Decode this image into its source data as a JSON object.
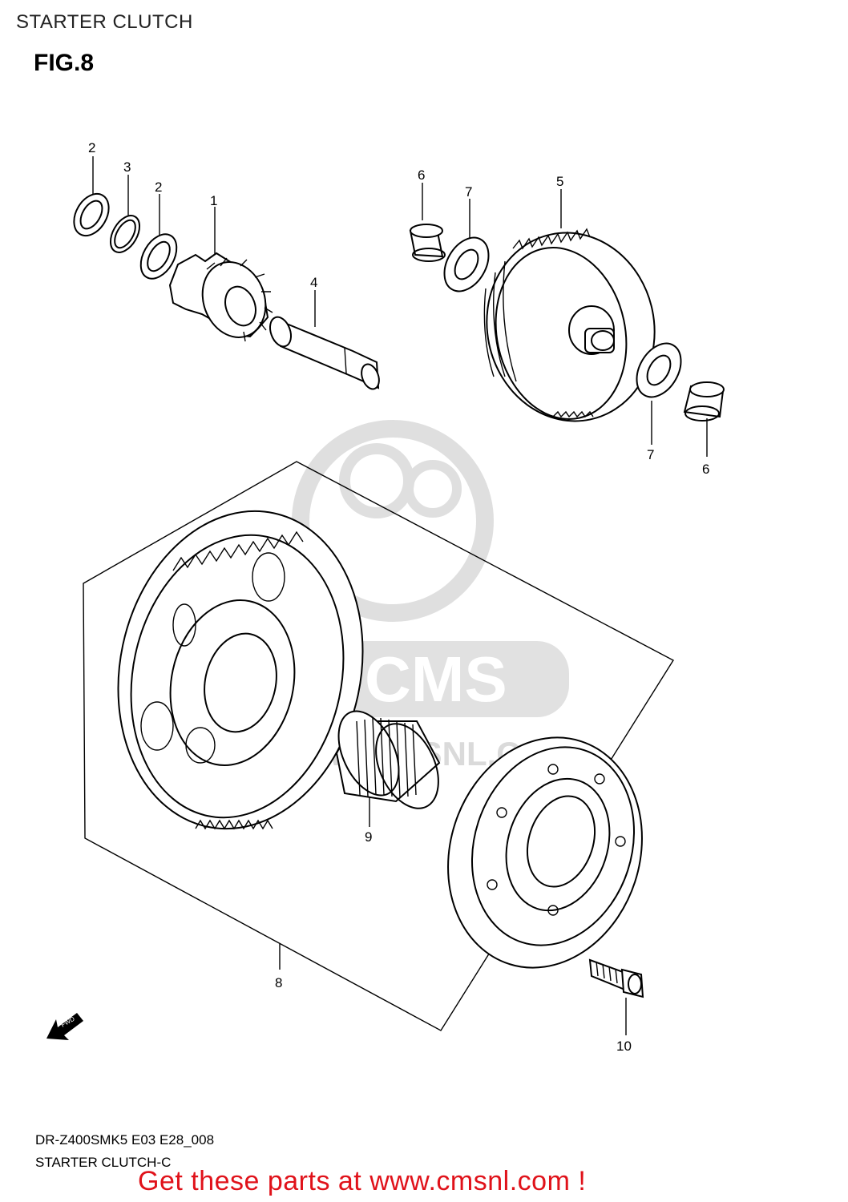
{
  "header": {
    "title": "STARTER CLUTCH"
  },
  "figure": {
    "label": "FIG.8"
  },
  "callouts": {
    "c1": "1",
    "c2a": "2",
    "c2b": "2",
    "c3": "3",
    "c4": "4",
    "c5": "5",
    "c6a": "6",
    "c6b": "6",
    "c7a": "7",
    "c7b": "7",
    "c8": "8",
    "c9": "9",
    "c10": "10"
  },
  "fwd_label": "FWD",
  "watermark": {
    "brand": "CMS",
    "url": "WWW.CMSNL.COM"
  },
  "footer": {
    "model_code": "DR-Z400SMK5 E03 E28_008",
    "diagram_name": "STARTER CLUTCH-C",
    "promo": "Get these parts at www.cmsnl.com !"
  },
  "colors": {
    "promo": "#e0121a",
    "watermark": "#d4d4d4"
  }
}
